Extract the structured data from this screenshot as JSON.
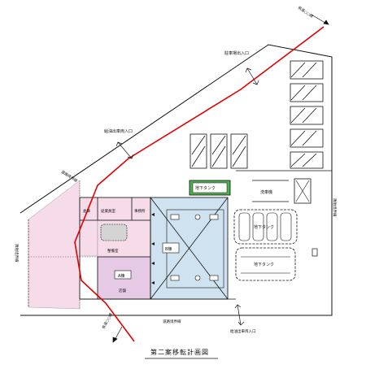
{
  "colors": {
    "background": "#ffffff",
    "line": "#111111",
    "red_line": "#e00000",
    "pink_area": "#f6dbe9",
    "purple_area": "#e6c9e4",
    "blue_area": "#cfe2ef",
    "green_area": "#4caf50",
    "tank_fill": "#ffffff"
  },
  "labels": {
    "prefectural_road_ne": "県道○○線",
    "prefectural_road_sw": "県道○○線",
    "parking_entrance": "駐車場出入口",
    "fuel_truck_entrance_upper": "給油出車両入口",
    "road_boundary_left": "道路境界線",
    "road_boundary_bottom": "道路境界線",
    "boundary_west": "隣地境界線",
    "boundary_east": "隣地境界線",
    "underground_tank_green": "地下タンク",
    "car_wash": "洗車機",
    "underground_tank_1": "地下タンク",
    "underground_tank_2": "地下タンク",
    "warehouse": "倉庫",
    "staff_room": "従業員室",
    "office": "事務所",
    "maintenance_room": "整備室",
    "building_a": "A棟",
    "building_b": "B棟",
    "store": "店舗",
    "fuel_truck_entrance_lower": "給油出車両入口",
    "diagram_title": "第二案移転計画図"
  }
}
